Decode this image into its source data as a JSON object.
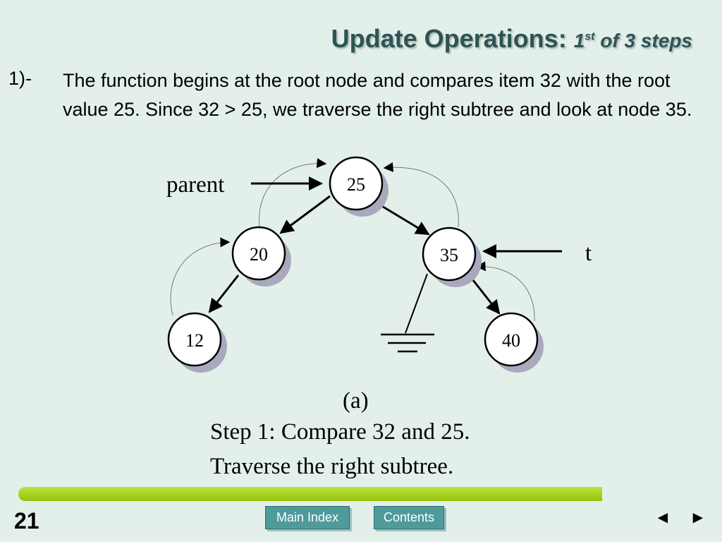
{
  "header": {
    "title_main": "Update Operations:",
    "title_step_num": "1",
    "title_step_sup": "st",
    "title_step_rest": "of 3 steps"
  },
  "paragraph": {
    "number": "1)-",
    "text": "The function begins at the root node and compares item 32 with the root value 25. Since 32 > 25, we traverse the right subtree and look at node 35."
  },
  "diagram": {
    "nodes": {
      "root": "25",
      "left": "20",
      "right": "35",
      "left_left": "12",
      "right_right": "40"
    },
    "pointer_parent": "parent",
    "pointer_t": "t",
    "label": "(a)",
    "caption_line1": "Step 1: Compare 32 and 25.",
    "caption_line2": "Traverse the right subtree."
  },
  "footer": {
    "page_number": "21",
    "main_index_label": "Main Index",
    "contents_label": "Contents",
    "prev_label": "◄",
    "next_label": "►"
  },
  "colors": {
    "title": "#2d5454",
    "background": "#e3f0ea",
    "bar": "#a6cf1c",
    "button": "#4f9a9a"
  }
}
